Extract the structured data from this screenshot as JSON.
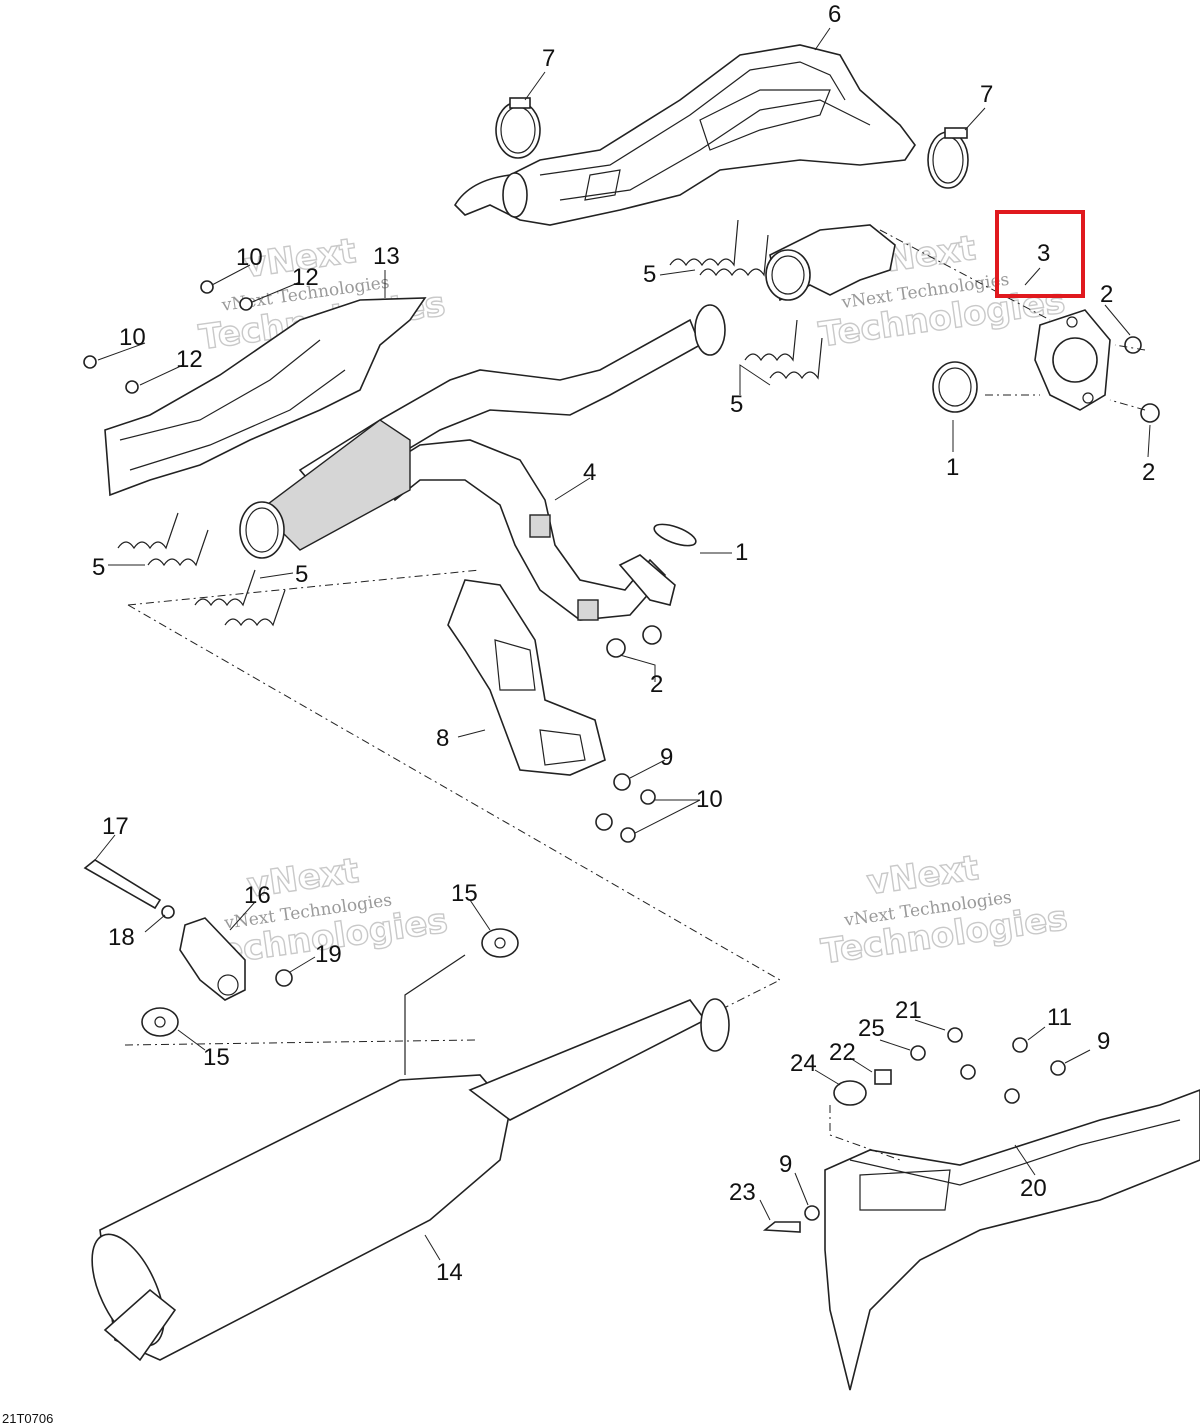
{
  "diagram": {
    "drawing_code": "21T0706",
    "watermark": {
      "line1": "vNext",
      "line2": "vNext Technologies",
      "line3": "Technologies"
    },
    "highlight_color": "#e0191e",
    "callouts": {
      "c1a": "1",
      "c1b": "1",
      "c2a": "2",
      "c2b": "2",
      "c2c": "2",
      "c3": "3",
      "c4": "4",
      "c5a": "5",
      "c5b": "5",
      "c5c": "5",
      "c5d": "5",
      "c6": "6",
      "c7a": "7",
      "c7b": "7",
      "c8": "8",
      "c9a": "9",
      "c9b": "9",
      "c9c": "9",
      "c10a": "10",
      "c10b": "10",
      "c10c": "10",
      "c11": "11",
      "c12a": "12",
      "c12b": "12",
      "c13": "13",
      "c14": "14",
      "c15a": "15",
      "c15b": "15",
      "c16": "16",
      "c17": "17",
      "c18": "18",
      "c19": "19",
      "c20": "20",
      "c21": "21",
      "c22": "22",
      "c23": "23",
      "c24": "24",
      "c25": "25"
    }
  }
}
